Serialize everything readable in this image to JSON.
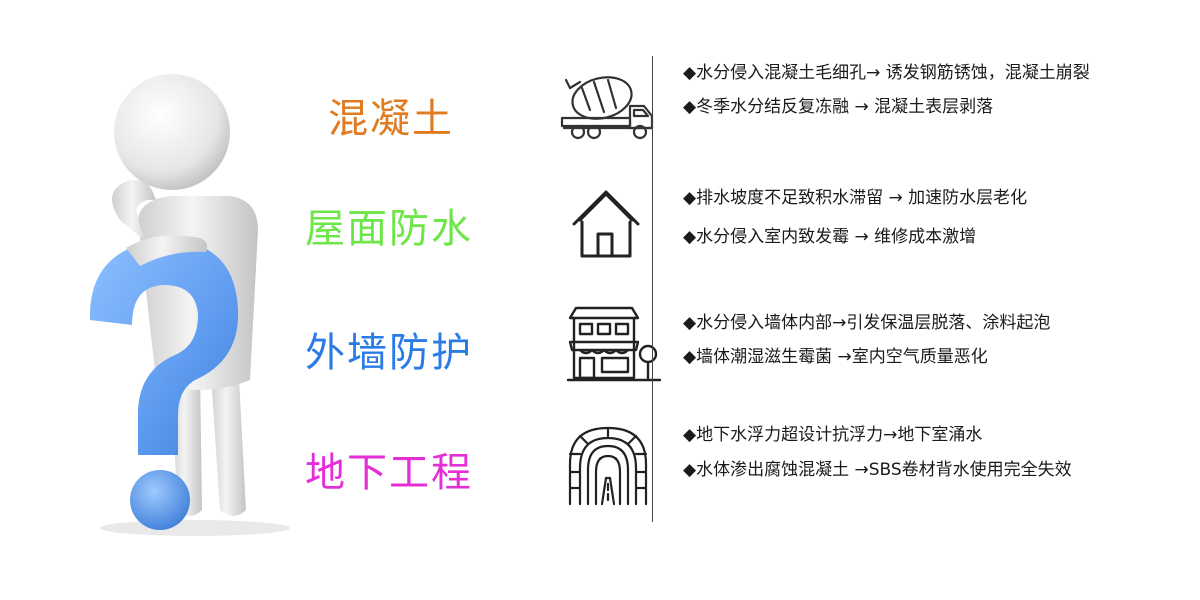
{
  "colors": {
    "question_mark": "#6aa6f3",
    "figure": "#e8e8e8",
    "divider": "#444444"
  },
  "figure": {
    "icon": "thinking-person-question-mark"
  },
  "sections": [
    {
      "title": "混凝土",
      "color": "#e07b22",
      "icon": "concrete-mixer-truck-icon",
      "items": [
        "◆水分侵入混凝土毛细孔→ 诱发钢筋锈蚀，混凝土崩裂",
        "◆冬季水分结反复冻融 → 混凝土表层剥落"
      ]
    },
    {
      "title": "屋面防水",
      "color": "#6ee64a",
      "icon": "house-icon",
      "items": [
        "◆排水坡度不足致积水滞留 → 加速防水层老化",
        "◆水分侵入室内致发霉 → 维修成本激增"
      ]
    },
    {
      "title": "外墙防护",
      "color": "#2b7be6",
      "icon": "building-storefront-icon",
      "items": [
        "◆水分侵入墙体内部→引发保温层脱落、涂料起泡",
        "◆墙体潮湿滋生霉菌 →室内空气质量恶化"
      ]
    },
    {
      "title": "地下工程",
      "color": "#e52fd6",
      "icon": "tunnel-icon",
      "items": [
        "◆地下水浮力超设计抗浮力→地下室涌水",
        "◆水体渗出腐蚀混凝土 →SBS卷材背水使用完全失效"
      ]
    }
  ]
}
